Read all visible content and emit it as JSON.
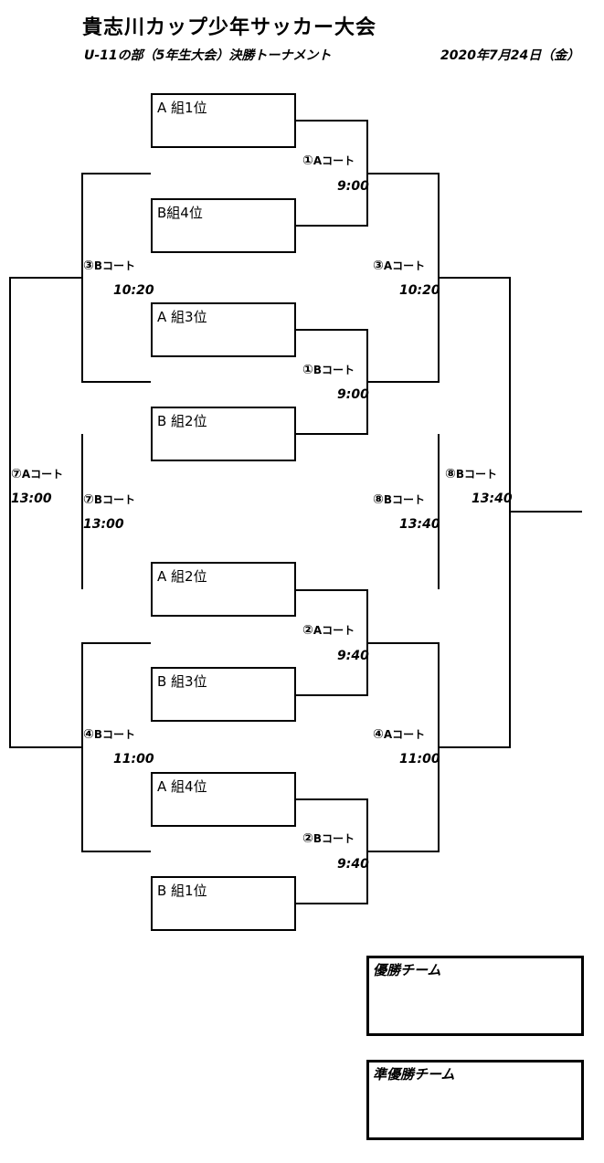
{
  "title": "貴志川カップ少年サッカー大会",
  "subtitle": "U-11の部（5年生大会）決勝トーナメント",
  "date": "2020年7月24日（金）",
  "teams": [
    "A 組1位",
    "B組4位",
    "A 組3位",
    "B 組2位",
    "A 組2位",
    "B 組3位",
    "A 組4位",
    "B 組1位"
  ],
  "matches": [
    {
      "num": "①",
      "court": "Aコート",
      "time": "9:00"
    },
    {
      "num": "①",
      "court": "Bコート",
      "time": "9:00"
    },
    {
      "num": "②",
      "court": "Aコート",
      "time": "9:40"
    },
    {
      "num": "②",
      "court": "Bコート",
      "time": "9:40"
    },
    {
      "num": "③",
      "court": "Bコート",
      "time": "10:20"
    },
    {
      "num": "③",
      "court": "Aコート",
      "time": "10:20"
    },
    {
      "num": "④",
      "court": "Bコート",
      "time": "11:00"
    },
    {
      "num": "④",
      "court": "Aコート",
      "time": "11:00"
    },
    {
      "num": "⑦",
      "court": "Bコート",
      "time": "13:00"
    },
    {
      "num": "⑧",
      "court": "Bコート",
      "time": "13:40"
    },
    {
      "num": "⑦",
      "court": "Aコート",
      "time": "13:00"
    },
    {
      "num": "⑧",
      "court": "Bコート",
      "time": "13:40"
    }
  ],
  "results": {
    "champion": "優勝チーム",
    "runner_up": "準優勝チーム"
  }
}
